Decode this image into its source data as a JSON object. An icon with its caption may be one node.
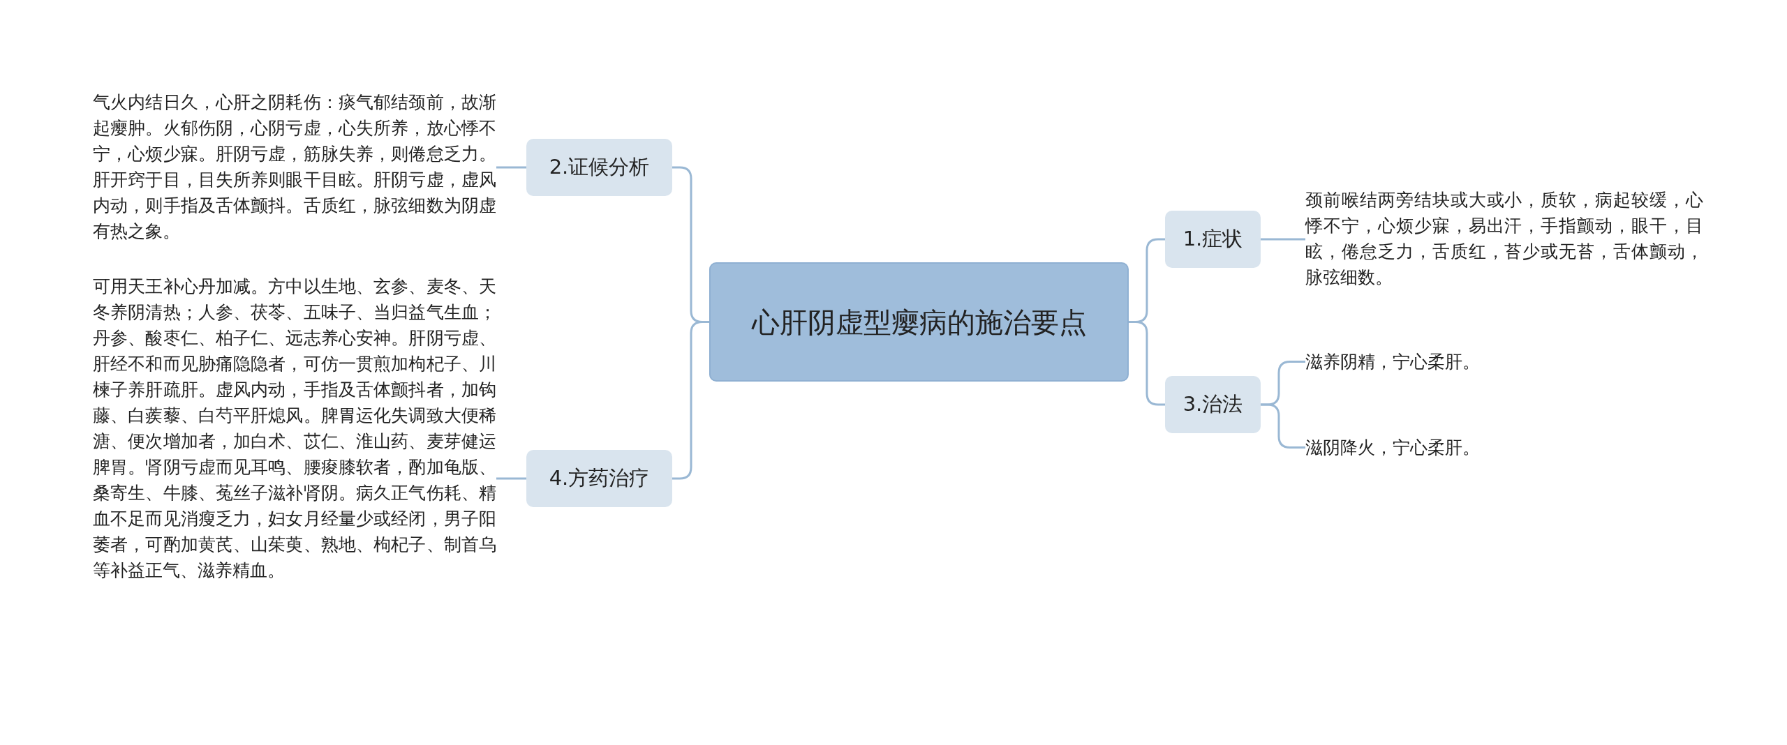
{
  "diagram": {
    "nodes": [
      {
        "text": [
          "心肝阴虚型瘿病的施治要点"
        ]
      },
      {
        "text": [
          "1.症状"
        ]
      },
      {
        "text": [
          "颈前喉结两旁结块或大或小，质软，病起较缓，心悸不宁，心烦少寐，易出汗，手指颤动，眼干，目眩，倦怠乏力，舌质红，苔少或无苔，舌体颤动，脉弦细数。"
        ]
      },
      {
        "text": [
          "2.证候分析"
        ]
      },
      {
        "text": [
          "气火内结日久，心肝之阴耗伤：痰气郁结颈前，故渐起瘿肿。火郁伤阴，心阴亏虚，心失所养，放心悸不宁，心烦少寐。肝阴亏虚，筋脉失养，则倦怠乏力。肝开窍于目，目失所养则眼干目眩。肝阴亏虚，虚风内动，则手指及舌体颤抖。舌质红，脉弦细数为阴虚有热之象。"
        ]
      },
      {
        "text": [
          "3.治法"
        ]
      },
      {
        "text": [
          "滋养阴精，宁心柔肝。"
        ]
      },
      {
        "text": [
          "滋阴降火，宁心柔肝。"
        ]
      },
      {
        "text": [
          "4.方药治疗"
        ]
      },
      {
        "text": [
          "可用天王补心丹加减。方中以生地、玄参、麦冬、天冬养阴清热；人参、茯苓、五味子、当归益气生血；丹参、酸枣仁、柏子仁、远志养心安神。肝阴亏虚、肝经不和而见胁痛隐隐者，可仿一贯煎加枸杞子、川楝子养肝疏肝。虚风内动，手指及舌体颤抖者，加钩藤、白蒺藜、白芍平肝熄风。脾胃运化失调致大便稀溏、便次增加者，加白术、苡仁、淮山药、麦芽健运脾胃。肾阴亏虚而见耳鸣、腰痠膝软者，酌加龟版、桑寄生、牛膝、菟丝子滋补肾阴。病久正气伤耗、精血不足而见消瘦乏力，妇女月经量少或经闭，男子阳萎者，可酌加黄芪、山茱萸、熟地、枸杞子、制首乌等补益正气、滋养精血。"
        ]
      }
    ],
    "edges": [
      {
        "from": 0,
        "to": 1,
        "arrow": "none"
      },
      {
        "from": 1,
        "to": 2,
        "arrow": "none"
      },
      {
        "from": 0,
        "to": 3,
        "arrow": "none"
      },
      {
        "from": 3,
        "to": 4,
        "arrow": "none"
      },
      {
        "from": 0,
        "to": 5,
        "arrow": "none"
      },
      {
        "from": 5,
        "to": 6,
        "arrow": "none"
      },
      {
        "from": 5,
        "to": 7,
        "arrow": "none"
      },
      {
        "from": 0,
        "to": 8,
        "arrow": "none"
      },
      {
        "from": 8,
        "to": 9,
        "arrow": "none"
      }
    ]
  }
}
